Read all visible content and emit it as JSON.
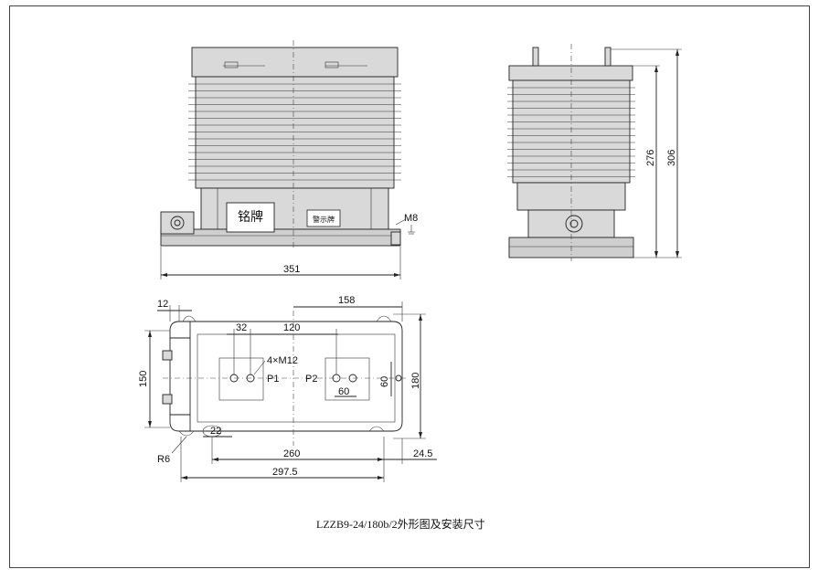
{
  "front_view": {
    "nameplate_label": "铭牌",
    "warning_label": "警示牌",
    "bolt_label": "M8",
    "width_dim": "351"
  },
  "side_view": {
    "height_inner_dim": "276",
    "height_outer_dim": "306"
  },
  "plan_view": {
    "dim_12": "12",
    "dim_158": "158",
    "dim_32": "32",
    "dim_120": "120",
    "bolt_spec": "4×M12",
    "terminal_p1": "P1",
    "terminal_p2": "P2",
    "dim_150": "150",
    "dim_60_v": "60",
    "dim_60_h": "60",
    "dim_180": "180",
    "dim_22": "22",
    "radius": "R6",
    "dim_260": "260",
    "dim_24_5": "24.5",
    "dim_297_5": "297.5"
  },
  "caption": "LZZB9-24/180b/2外形图及安装尺寸"
}
